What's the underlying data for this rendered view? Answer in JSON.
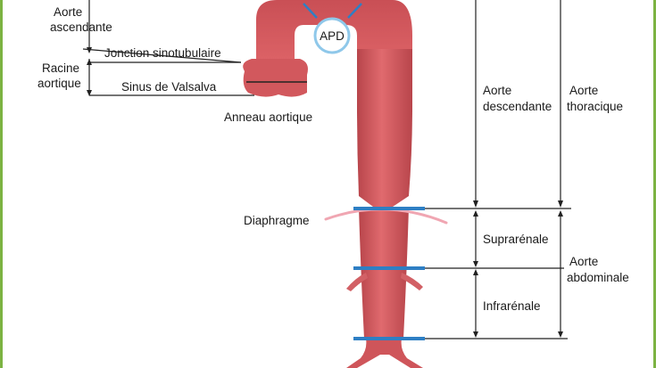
{
  "labels": {
    "aorte_ascendante": [
      "Aorte",
      "ascendante"
    ],
    "racine_aortique": [
      "Racine",
      "aortique"
    ],
    "jonction": "Jonction sinotubulaire",
    "sinus": "Sinus de Valsalva",
    "anneau": "Anneau aortique",
    "apd": "APD",
    "aorte_descendante": [
      "Aorte",
      "descendante"
    ],
    "aorte_thoracique": [
      "Aorte",
      "thoracique"
    ],
    "diaphragme": "Diaphragme",
    "suprarenale": "Suprarénale",
    "infrarenale": "Infrarénale",
    "aorte_abdominale": [
      "Aorte",
      "abdominale"
    ]
  },
  "colors": {
    "aorta": "#d85a5e",
    "aorta_dark": "#b8454b",
    "marker_blue": "#2e7fc4",
    "apd_circle": "#8fc8ea",
    "diaphragm": "#f0a6b2",
    "frame": "#7cb342"
  }
}
